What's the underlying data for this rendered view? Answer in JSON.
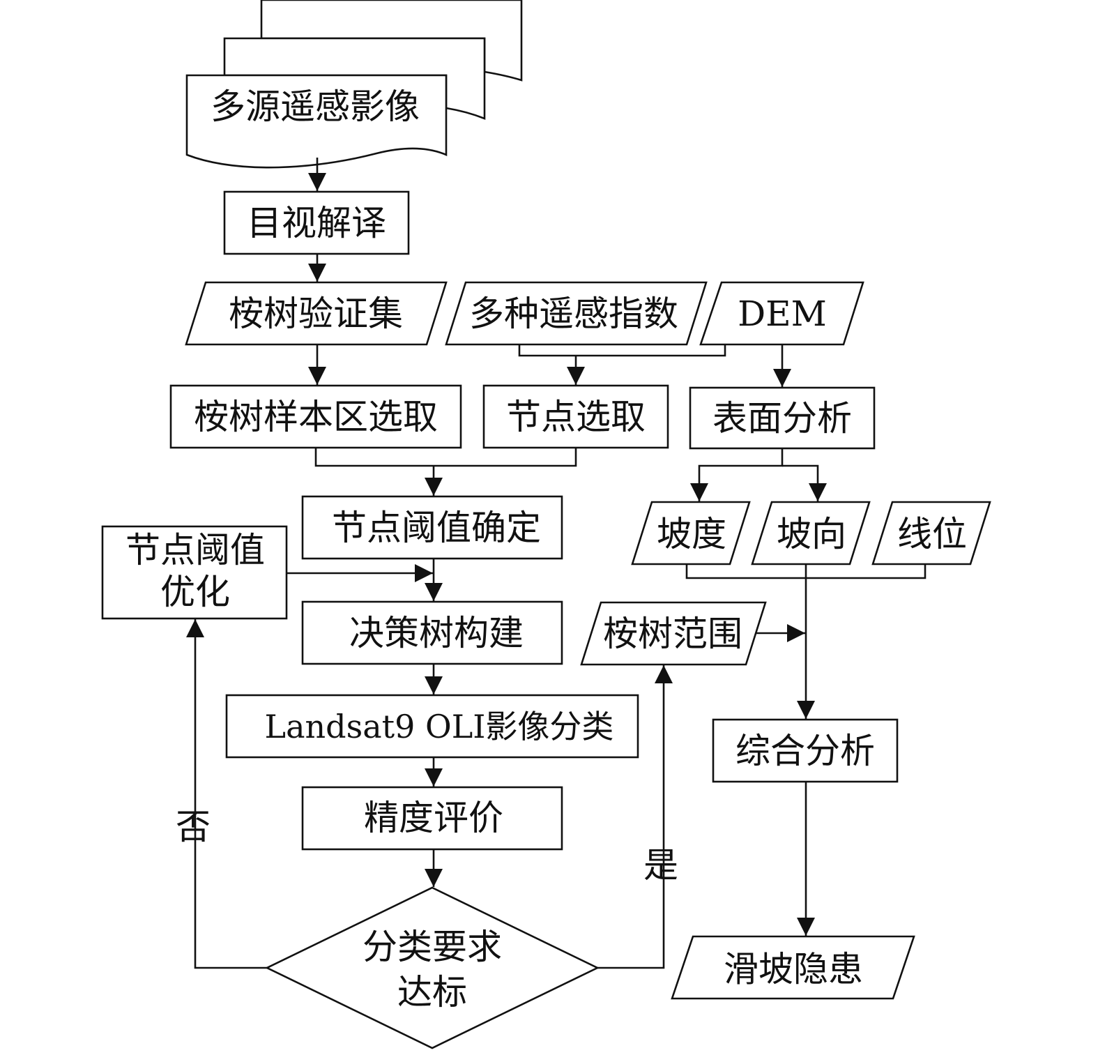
{
  "nodes": {
    "multi_source_imagery": "多源遥感影像",
    "visual_interpretation": "目视解译",
    "eucalyptus_validation_set": "桉树验证集",
    "remote_sensing_indices": "多种遥感指数",
    "dem": "DEM",
    "eucalyptus_sample_selection": "桉树样本区选取",
    "node_selection": "节点选取",
    "surface_analysis": "表面分析",
    "node_threshold_determination": "节点阈值确定",
    "node_threshold_optimization_line1": "节点阈值",
    "node_threshold_optimization_line2": "优化",
    "slope": "坡度",
    "aspect": "坡向",
    "lineament_position": "线位",
    "decision_tree_construction": "决策树构建",
    "eucalyptus_extent": "桉树范围",
    "landsat9_classification": "Landsat9 OLI影像分类",
    "comprehensive_analysis": "综合分析",
    "accuracy_evaluation": "精度评价",
    "classification_check_line1": "分类要求",
    "classification_check_line2": "达标",
    "landslide_hazard": "滑坡隐患"
  },
  "edge_labels": {
    "no": "否",
    "yes": "是"
  }
}
